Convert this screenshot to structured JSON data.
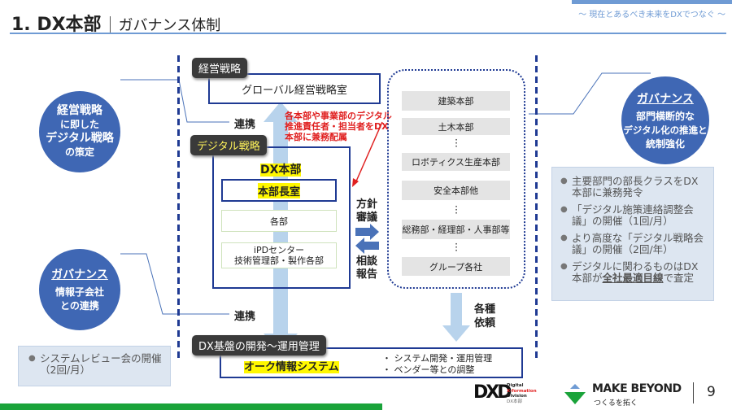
{
  "header": {
    "number": "1. DX本部",
    "title": "ガバナンス体制",
    "tagline": "～ 現在とあるべき未来をDXでつなぐ ～"
  },
  "left": {
    "circle1": {
      "lines": [
        "経営戦略",
        "に即した",
        "デジタル戦略",
        "の策定"
      ]
    },
    "circle2": {
      "heading": "ガバナンス",
      "lines": [
        "情報子会社",
        "との連携"
      ]
    },
    "note": "システムレビュー会の開催（2回/月）"
  },
  "center": {
    "tag_mgmt": "経営戦略",
    "global_office": "グローバル経営戦略室",
    "link1": "連携",
    "link2": "連携",
    "tag_digital": "デジタル戦略",
    "dx_hq": "DX本部",
    "director_office": "本部長室",
    "depts": "各部",
    "ipd_lines": [
      "iPDセンター",
      "技術管理部・製作各部"
    ],
    "red_note": [
      "各本部や事業部のデジタル",
      "推進責任者・担当者をDX",
      "本部に兼務配属"
    ],
    "policy": [
      "方針",
      "審議"
    ],
    "consult": [
      "相談",
      "報告"
    ],
    "requests": [
      "各種",
      "依頼"
    ],
    "tag_infra": "DX基盤の開発～運用管理",
    "oak": "オーク情報システム",
    "oak_bullets": [
      "システム開発・運用管理",
      "ベンダー等との調整"
    ]
  },
  "divisions": [
    "建築本部",
    "土木本部",
    "ロボティクス生産本部",
    "安全本部他",
    "総務部・経理部・人事部等",
    "グループ各社"
  ],
  "right": {
    "circle": {
      "heading": "ガバナンス",
      "lines": [
        "部門横断的な",
        "デジタル化の推進と",
        "統制強化"
      ]
    },
    "bullets": [
      {
        "text": "主要部門の部長クラスをDX本部に兼務発令"
      },
      {
        "text": "「デジタル施策連絡調整会議」の開催（1回/月）"
      },
      {
        "text": "より高度な「デジタル戦略会議」の開催（2回/年）"
      },
      {
        "pre": "デジタルに関わるものはDX本部が",
        "em": "全社最適目線",
        "post": "で査定"
      }
    ]
  },
  "footer": {
    "dxd_logo": "DXD",
    "dxd_sub": [
      "Digital",
      "X-formation",
      "Division",
      "DX本部"
    ],
    "brand": "MAKE BEYOND",
    "brand_sub": "つくるを拓く",
    "page": "9"
  },
  "colors": {
    "accent": "#3f67b4",
    "navy": "#1f3a93",
    "red": "#e02020",
    "green": "#1aa33a"
  }
}
